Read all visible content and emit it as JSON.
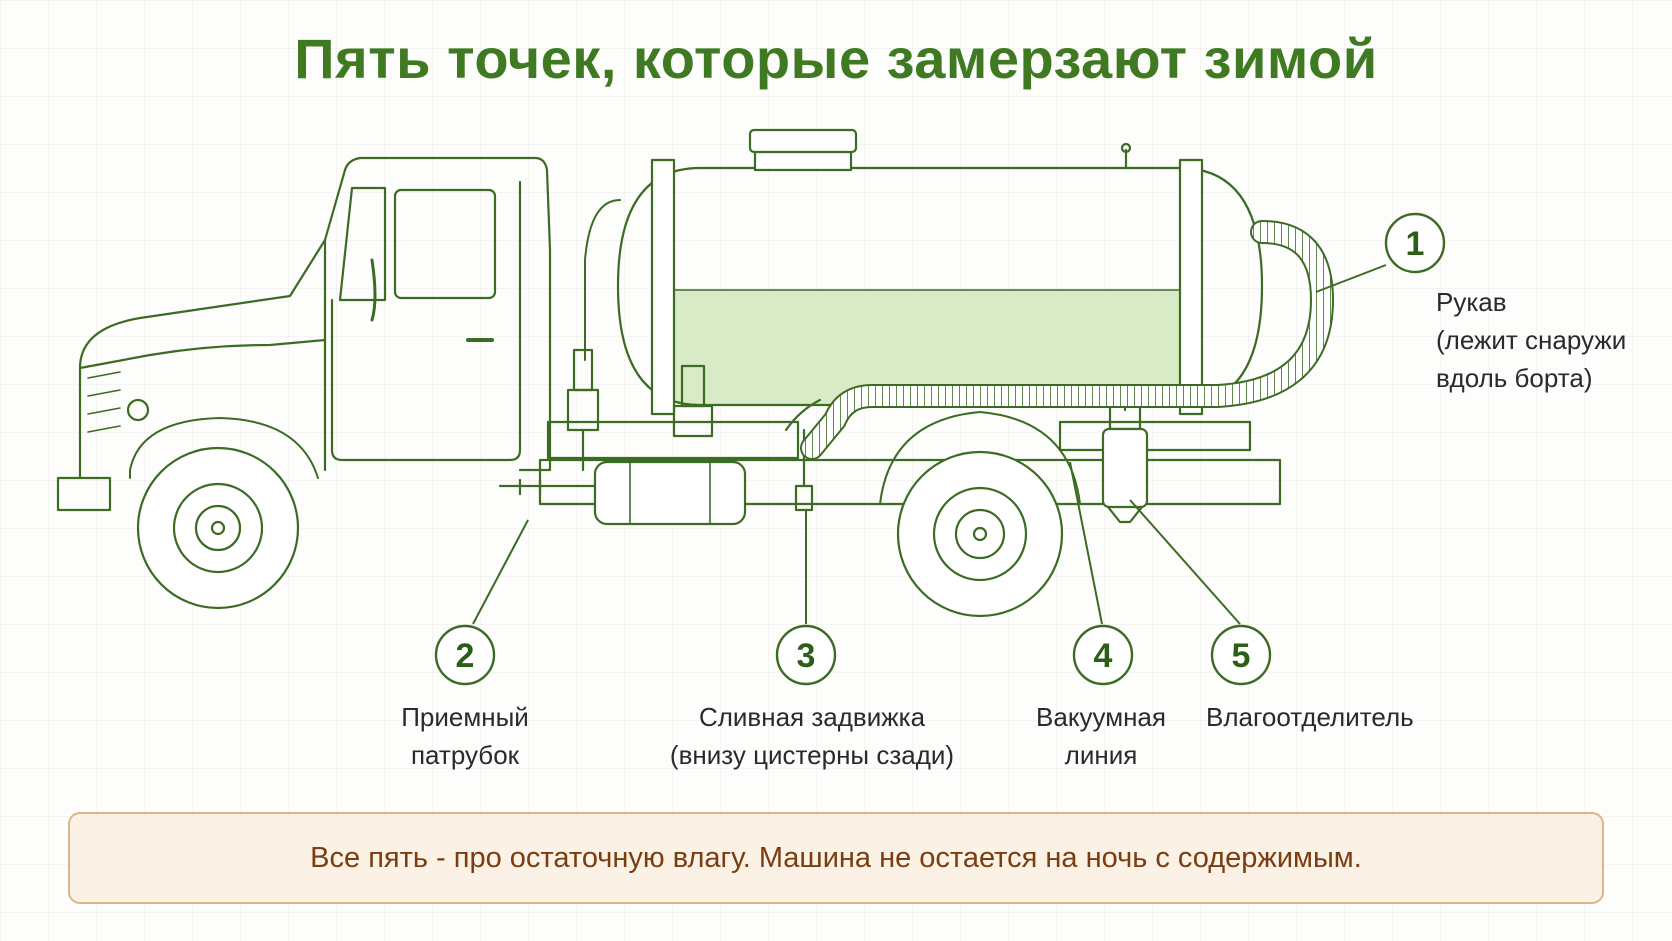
{
  "title": "Пять точек, которые замерзают зимой",
  "points": [
    {
      "number": "1",
      "line1": "Рукав",
      "line2": "(лежит снаружи",
      "line3": "вдоль борта)"
    },
    {
      "number": "2",
      "line1": "Приемный",
      "line2": "патрубок"
    },
    {
      "number": "3",
      "line1": "Сливная задвижка",
      "line2": "(внизу цистерны сзади)"
    },
    {
      "number": "4",
      "line1": "Вакуумная",
      "line2": "линия"
    },
    {
      "number": "5",
      "line1": "Влагоотделитель"
    }
  ],
  "note": "Все пять - про остаточную влагу. Машина не остается на ночь с содержимым.",
  "colors": {
    "accent": "#3f7a22",
    "line": "#3c6b24",
    "tank_fill": "#d9ebc6",
    "note_bg": "#fbf1e4",
    "note_border": "#d8b78a",
    "note_text": "#7a3d12"
  }
}
